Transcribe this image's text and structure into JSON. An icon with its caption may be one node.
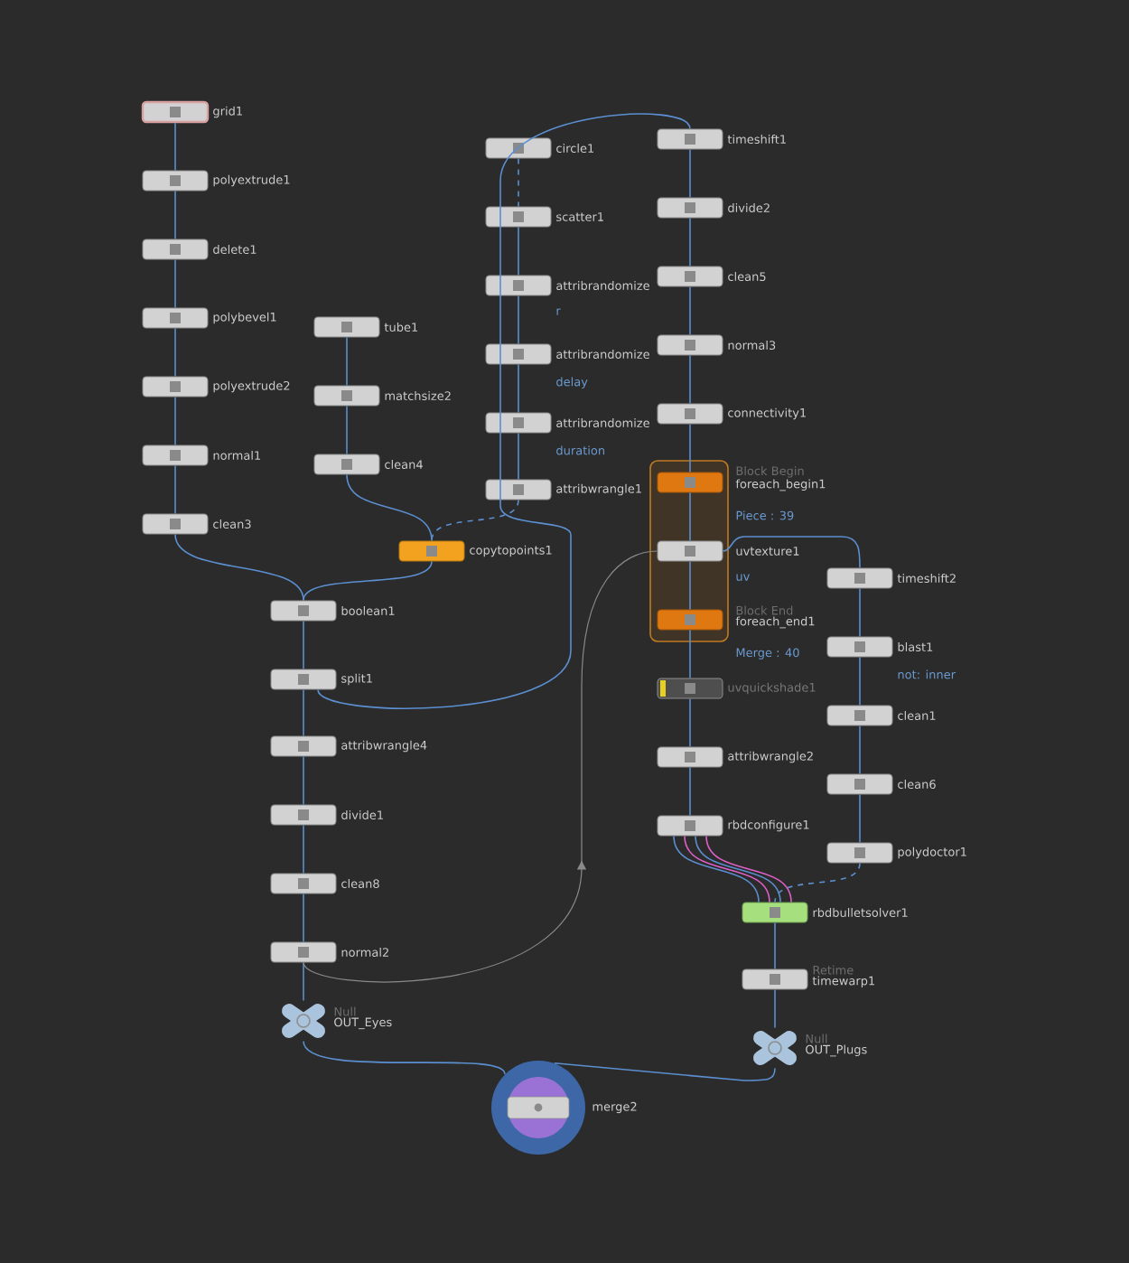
{
  "diagram": {
    "nodes": [
      {
        "text": [
          "grid1"
        ]
      },
      {
        "text": [
          "polyextrude1"
        ]
      },
      {
        "text": [
          "delete1"
        ]
      },
      {
        "text": [
          "polybevel1"
        ]
      },
      {
        "text": [
          "polyextrude2"
        ]
      },
      {
        "text": [
          "normal1"
        ]
      },
      {
        "text": [
          "clean3"
        ]
      },
      {
        "text": [
          "tube1"
        ]
      },
      {
        "text": [
          "matchsize2"
        ]
      },
      {
        "text": [
          "clean4"
        ]
      },
      {
        "text": [
          "circle1"
        ]
      },
      {
        "text": [
          "scatter1"
        ]
      },
      {
        "text": [
          "attribrandomize"
        ],
        "beside": [
          "r"
        ]
      },
      {
        "text": [
          "attribrandomize"
        ],
        "beside": [
          "delay"
        ]
      },
      {
        "text": [
          "attribrandomize"
        ],
        "beside": [
          "duration"
        ]
      },
      {
        "text": [
          "attribwrangle1"
        ]
      },
      {
        "text": [
          "copytopoints1"
        ]
      },
      {
        "text": [
          "boolean1"
        ]
      },
      {
        "text": [
          "split1"
        ]
      },
      {
        "text": [
          "attribwrangle4"
        ]
      },
      {
        "text": [
          "divide1"
        ]
      },
      {
        "text": [
          "clean8"
        ]
      },
      {
        "text": [
          "normal2"
        ]
      },
      {
        "text": [
          "Null",
          "OUT_Eyes"
        ]
      },
      {
        "text": [
          "timeshift1"
        ]
      },
      {
        "text": [
          "divide2"
        ]
      },
      {
        "text": [
          "clean5"
        ]
      },
      {
        "text": [
          "normal3"
        ]
      },
      {
        "text": [
          "connectivity1"
        ]
      },
      {
        "text": [],
        "shape": "box"
      },
      {
        "text": [
          "Block Begin",
          "foreach_begin1"
        ],
        "beside": [
          "Piece : 39"
        ],
        "in": 29
      },
      {
        "text": [
          "uvtexture1"
        ],
        "beside": [
          "uv"
        ],
        "in": 29
      },
      {
        "text": [
          "Block End",
          "foreach_end1"
        ],
        "beside": [
          "Merge : 40"
        ],
        "in": 29
      },
      {
        "text": [
          "uvquickshade1"
        ]
      },
      {
        "text": [
          "attribwrangle2"
        ]
      },
      {
        "text": [
          "rbdconfigure1"
        ]
      },
      {
        "text": [
          "timeshift2"
        ]
      },
      {
        "text": [
          "blast1"
        ],
        "beside": [
          "not: inner"
        ]
      },
      {
        "text": [
          "clean1"
        ]
      },
      {
        "text": [
          "clean6"
        ]
      },
      {
        "text": [
          "polydoctor1"
        ]
      },
      {
        "text": [
          "rbdbulletsolver1"
        ]
      },
      {
        "text": [
          "Retime",
          "timewarp1"
        ]
      },
      {
        "text": [
          "Null",
          "OUT_Plugs"
        ]
      },
      {
        "text": [
          "merge2"
        ]
      }
    ],
    "edges": [
      {
        "from": 0,
        "to": 1,
        "arrow": "none"
      },
      {
        "from": 1,
        "to": 2,
        "arrow": "none"
      },
      {
        "from": 2,
        "to": 3,
        "arrow": "none"
      },
      {
        "from": 3,
        "to": 4,
        "arrow": "none"
      },
      {
        "from": 4,
        "to": 5,
        "arrow": "none"
      },
      {
        "from": 5,
        "to": 6,
        "arrow": "none"
      },
      {
        "from": 6,
        "to": 17,
        "arrow": "none"
      },
      {
        "from": 7,
        "to": 8,
        "arrow": "none"
      },
      {
        "from": 8,
        "to": 9,
        "arrow": "none"
      },
      {
        "from": 9,
        "to": 16,
        "arrow": "none"
      },
      {
        "from": 10,
        "to": 11,
        "arrow": "none",
        "style": "dashed"
      },
      {
        "from": 11,
        "to": 12,
        "arrow": "none"
      },
      {
        "from": 12,
        "to": 13,
        "arrow": "none"
      },
      {
        "from": 13,
        "to": 14,
        "arrow": "none"
      },
      {
        "from": 14,
        "to": 15,
        "arrow": "none"
      },
      {
        "from": 15,
        "to": 16,
        "arrow": "none",
        "style": "dashed"
      },
      {
        "from": 16,
        "to": 17,
        "arrow": "none"
      },
      {
        "from": 17,
        "to": 18,
        "arrow": "none"
      },
      {
        "from": 18,
        "to": 19,
        "arrow": "none"
      },
      {
        "from": 18,
        "to": 24,
        "arrow": "none"
      },
      {
        "from": 19,
        "to": 20,
        "arrow": "none"
      },
      {
        "from": 20,
        "to": 21,
        "arrow": "none"
      },
      {
        "from": 21,
        "to": 22,
        "arrow": "none"
      },
      {
        "from": 22,
        "to": 23,
        "arrow": "none"
      },
      {
        "from": 22,
        "to": 31,
        "arrow": "to",
        "color": "#8a8a8a"
      },
      {
        "from": 24,
        "to": 25,
        "arrow": "none"
      },
      {
        "from": 25,
        "to": 26,
        "arrow": "none"
      },
      {
        "from": 26,
        "to": 27,
        "arrow": "none"
      },
      {
        "from": 27,
        "to": 28,
        "arrow": "none"
      },
      {
        "from": 28,
        "to": 30,
        "arrow": "none"
      },
      {
        "from": 30,
        "to": 31,
        "arrow": "none"
      },
      {
        "from": 31,
        "to": 32,
        "arrow": "none"
      },
      {
        "from": 32,
        "to": 33,
        "arrow": "none"
      },
      {
        "from": 33,
        "to": 34,
        "arrow": "none"
      },
      {
        "from": 34,
        "to": 35,
        "arrow": "none"
      },
      {
        "from": 31,
        "to": 36,
        "arrow": "none"
      },
      {
        "from": 36,
        "to": 37,
        "arrow": "none"
      },
      {
        "from": 37,
        "to": 38,
        "arrow": "none"
      },
      {
        "from": 38,
        "to": 39,
        "arrow": "none"
      },
      {
        "from": 39,
        "to": 40,
        "arrow": "none"
      },
      {
        "from": 40,
        "to": 41,
        "arrow": "none",
        "style": "dashed"
      },
      {
        "from": 35,
        "to": 41,
        "arrow": "none"
      },
      {
        "from": 35,
        "to": 41,
        "arrow": "none",
        "color": "#e060c8"
      },
      {
        "from": 35,
        "to": 41,
        "arrow": "none"
      },
      {
        "from": 35,
        "to": 41,
        "arrow": "none",
        "color": "#e060c8"
      },
      {
        "from": 41,
        "to": 42,
        "arrow": "none"
      },
      {
        "from": 42,
        "to": 43,
        "arrow": "none"
      },
      {
        "from": 23,
        "to": 44,
        "arrow": "none"
      },
      {
        "from": 43,
        "to": 44,
        "arrow": "none"
      }
    ]
  }
}
